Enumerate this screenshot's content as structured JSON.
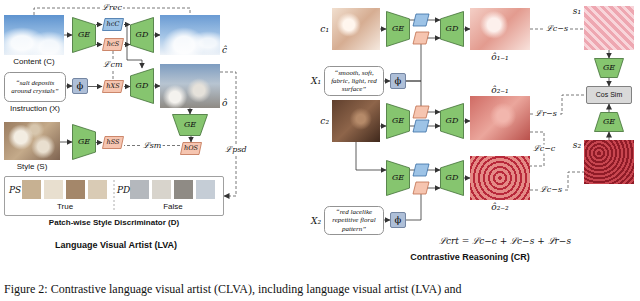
{
  "diagram": {
    "caption": "Figure 2: Contrastive language visual artist (CLVA), including language visual artist (LVA) and",
    "nodes": [
      {
        "text": [
          "Content (C)"
        ]
      },
      {
        "text": [
          "GE"
        ]
      },
      {
        "text": [
          "hcC"
        ]
      },
      {
        "text": [
          "hcS"
        ]
      },
      {
        "text": [
          "GD"
        ]
      },
      {
        "text": [
          "ĉ"
        ]
      },
      {
        "text": [
          "“salt deposits around crystals”",
          "Instruction (X)"
        ]
      },
      {
        "text": [
          "ϕ"
        ]
      },
      {
        "text": [
          "hXS"
        ]
      },
      {
        "text": [
          "GD"
        ]
      },
      {
        "text": [
          "ô"
        ]
      },
      {
        "text": [
          "GE"
        ]
      },
      {
        "text": [
          "hOS"
        ]
      },
      {
        "text": [
          "Style (S)"
        ]
      },
      {
        "text": [
          "GE"
        ]
      },
      {
        "text": [
          "hSS"
        ]
      },
      {
        "text": [
          "Patch-wise Style Discriminator (D)"
        ]
      },
      {
        "text": [
          "PS",
          "True"
        ],
        "in": 16
      },
      {
        "text": [
          "PD",
          "False"
        ],
        "in": 16
      },
      {
        "text": [
          "c₁"
        ]
      },
      {
        "text": [
          "GE"
        ]
      },
      {
        "text": [
          "GD"
        ]
      },
      {
        "text": [
          "ô₁₋₁"
        ]
      },
      {
        "text": [
          "“smooth, soft, fabric, light, red surface”",
          "X₁"
        ]
      },
      {
        "text": [
          "ϕ"
        ]
      },
      {
        "text": [
          "c₂"
        ]
      },
      {
        "text": [
          "GE"
        ]
      },
      {
        "text": [
          "GD"
        ]
      },
      {
        "text": [
          "ô₂₋₁"
        ]
      },
      {
        "text": [
          "GE"
        ]
      },
      {
        "text": [
          "GD"
        ]
      },
      {
        "text": [
          "ô₂₋₂"
        ]
      },
      {
        "text": [
          "“red lacelike repetitive floral pattern”",
          "X₂"
        ]
      },
      {
        "text": [
          "ϕ"
        ]
      },
      {
        "text": [
          "s₁"
        ]
      },
      {
        "text": [
          "GE"
        ]
      },
      {
        "text": [
          "Cos Sim"
        ]
      },
      {
        "text": [
          "GE"
        ]
      },
      {
        "text": [
          "s₂"
        ]
      }
    ],
    "edges": [
      {
        "from": 0,
        "to": 1,
        "arrow": "to"
      },
      {
        "from": 1,
        "to": 2,
        "arrow": "to"
      },
      {
        "from": 1,
        "to": 3,
        "arrow": "to"
      },
      {
        "from": 2,
        "to": 4,
        "arrow": "to"
      },
      {
        "from": 3,
        "to": 4,
        "arrow": "to"
      },
      {
        "from": 4,
        "to": 5,
        "arrow": "to"
      },
      {
        "from": 0,
        "to": 5,
        "arrow": "none",
        "label": "ℒrec"
      },
      {
        "from": 6,
        "to": 7,
        "arrow": "to"
      },
      {
        "from": 7,
        "to": 8,
        "arrow": "to"
      },
      {
        "from": 2,
        "to": 9,
        "arrow": "to"
      },
      {
        "from": 8,
        "to": 9,
        "arrow": "to"
      },
      {
        "from": 9,
        "to": 10,
        "arrow": "to"
      },
      {
        "from": 3,
        "to": 8,
        "arrow": "none",
        "label": "ℒcm"
      },
      {
        "from": 10,
        "to": 11,
        "arrow": "to"
      },
      {
        "from": 11,
        "to": 12,
        "arrow": "to"
      },
      {
        "from": 13,
        "to": 14,
        "arrow": "to"
      },
      {
        "from": 14,
        "to": 15,
        "arrow": "to"
      },
      {
        "from": 12,
        "to": 15,
        "arrow": "none",
        "label": "ℒsm"
      },
      {
        "from": 10,
        "to": 16,
        "arrow": "to",
        "label": "ℒpsd"
      },
      {
        "from": 19,
        "to": 20,
        "arrow": "to"
      },
      {
        "from": 20,
        "to": 21,
        "arrow": "to"
      },
      {
        "from": 21,
        "to": 22,
        "arrow": "to"
      },
      {
        "from": 23,
        "to": 24,
        "arrow": "to"
      },
      {
        "from": 24,
        "to": 21,
        "arrow": "to"
      },
      {
        "from": 25,
        "to": 26,
        "arrow": "to"
      },
      {
        "from": 26,
        "to": 27,
        "arrow": "to"
      },
      {
        "from": 24,
        "to": 27,
        "arrow": "to"
      },
      {
        "from": 27,
        "to": 28,
        "arrow": "to"
      },
      {
        "from": 25,
        "to": 29,
        "arrow": "to"
      },
      {
        "from": 29,
        "to": 30,
        "arrow": "to"
      },
      {
        "from": 30,
        "to": 31,
        "arrow": "to"
      },
      {
        "from": 32,
        "to": 33,
        "arrow": "to"
      },
      {
        "from": 33,
        "to": 30,
        "arrow": "to"
      },
      {
        "from": 22,
        "to": 34,
        "arrow": "none",
        "label": "ℒc−s"
      },
      {
        "from": 28,
        "to": 36,
        "arrow": "none",
        "label": "ℒr−s"
      },
      {
        "from": 28,
        "to": 31,
        "arrow": "none",
        "label": "ℒc−c"
      },
      {
        "from": 31,
        "to": 38,
        "arrow": "none",
        "label": "ℒc−s"
      },
      {
        "from": 34,
        "to": 35,
        "arrow": "to"
      },
      {
        "from": 35,
        "to": 36,
        "arrow": "to"
      },
      {
        "from": 37,
        "to": 36,
        "arrow": "to"
      },
      {
        "from": 38,
        "to": 37,
        "arrow": "to"
      }
    ],
    "labels": [
      "Language Visual Artist (LVA)",
      "Contrastive Reasoning (CR)",
      "ℒcrt = ℒc−c + ℒc−s + ℒr−s"
    ]
  }
}
